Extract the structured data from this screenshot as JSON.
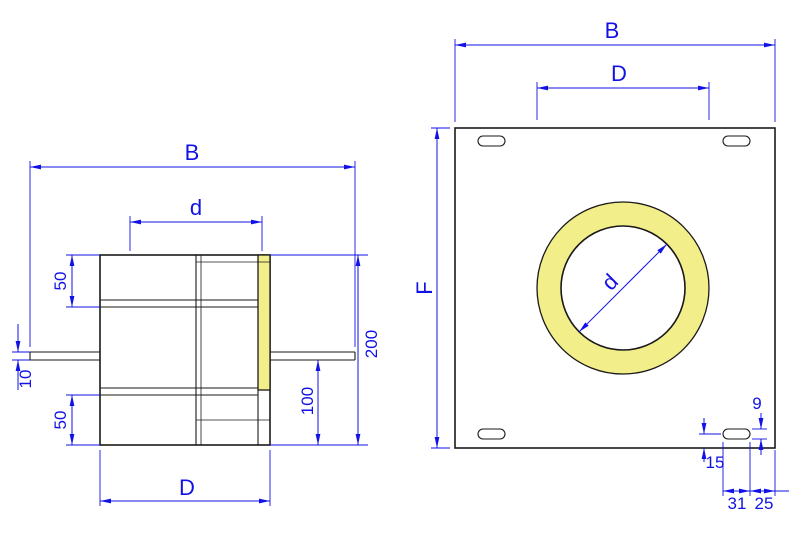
{
  "side": {
    "dims": {
      "B": "B",
      "d": "d",
      "top50": "50",
      "plate10": "10",
      "bottom50": "50",
      "h100": "100",
      "h200": "200",
      "D": "D"
    }
  },
  "front": {
    "dims": {
      "B": "B",
      "D": "D",
      "F": "F",
      "d": "d",
      "slot_width": "9",
      "slot_edge_offset": "15",
      "slot_length": "31",
      "slot_end_offset": "25"
    }
  },
  "colors": {
    "dimension": "#1212e6",
    "outline": "#1a1a1a",
    "insulation": "#f2ee8a",
    "background": "#ffffff"
  }
}
